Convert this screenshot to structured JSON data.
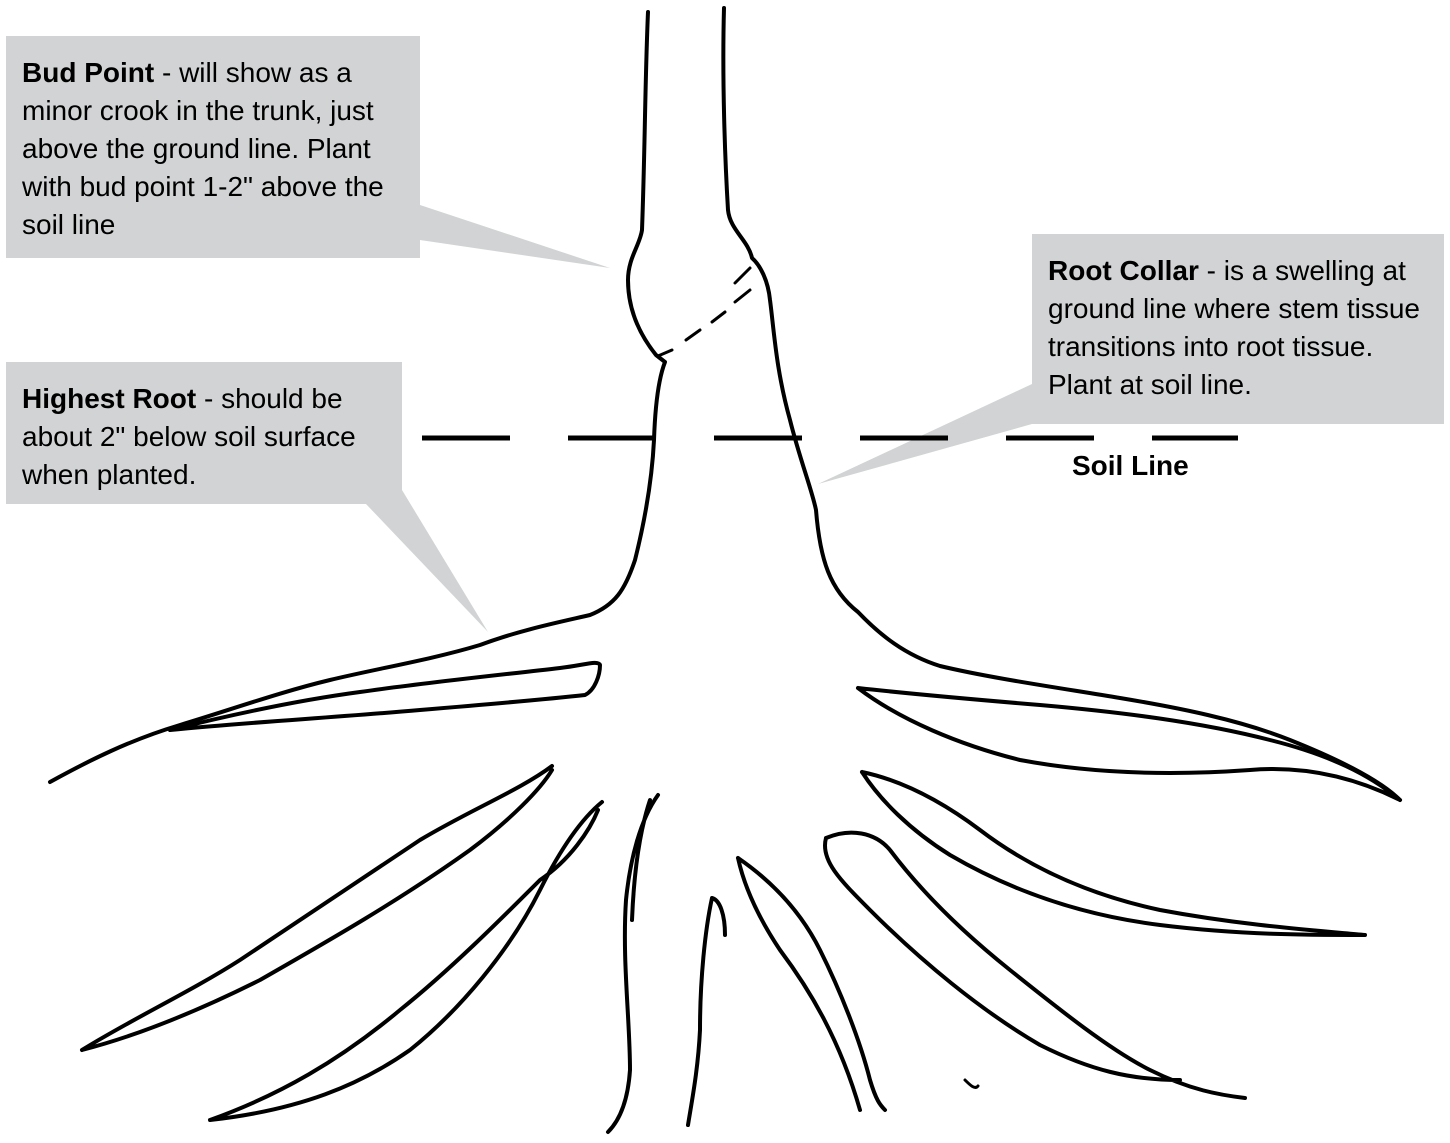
{
  "callouts": {
    "bud_point": {
      "title": "Bud Point",
      "text": " - will show as a minor crook in the trunk, just above the ground line. Plant with bud point 1-2\" above the soil line"
    },
    "highest_root": {
      "title": "Highest Root",
      "text": " - should be about 2\" below soil surface when planted."
    },
    "root_collar": {
      "title": "Root Collar",
      "text": " - is a swelling at ground line where stem tissue transitions into root tissue. Plant at soil line."
    }
  },
  "soil_line_label": "Soil Line",
  "colors": {
    "callout_fill": "#d1d3d4",
    "ink": "#000000"
  }
}
